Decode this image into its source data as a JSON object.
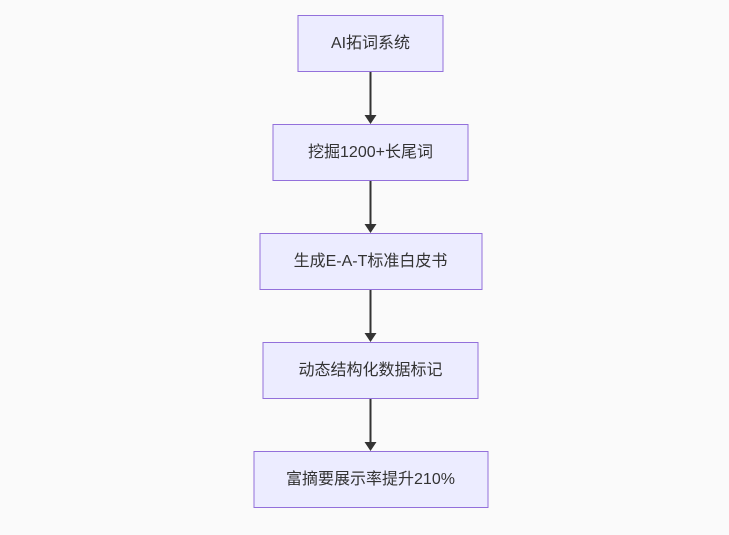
{
  "diagram": {
    "type": "flowchart",
    "direction": "top-down",
    "nodes": [
      {
        "id": "A",
        "label": "AI拓词系统"
      },
      {
        "id": "B",
        "label": "挖掘1200+长尾词"
      },
      {
        "id": "C",
        "label": "生成E-A-T标准白皮书"
      },
      {
        "id": "D",
        "label": "动态结构化数据标记"
      },
      {
        "id": "E",
        "label": "富摘要展示率提升210%"
      }
    ],
    "edges": [
      {
        "from": "A",
        "to": "B",
        "style": "arrow-down"
      },
      {
        "from": "B",
        "to": "C",
        "style": "arrow-down"
      },
      {
        "from": "C",
        "to": "D",
        "style": "arrow-down"
      },
      {
        "from": "D",
        "to": "E",
        "style": "arrow-down"
      }
    ],
    "colors": {
      "background": "#fafafa",
      "node_fill": "#ECECFF",
      "node_border": "#9370DB",
      "node_text": "#333333",
      "arrow": "#333333"
    }
  }
}
